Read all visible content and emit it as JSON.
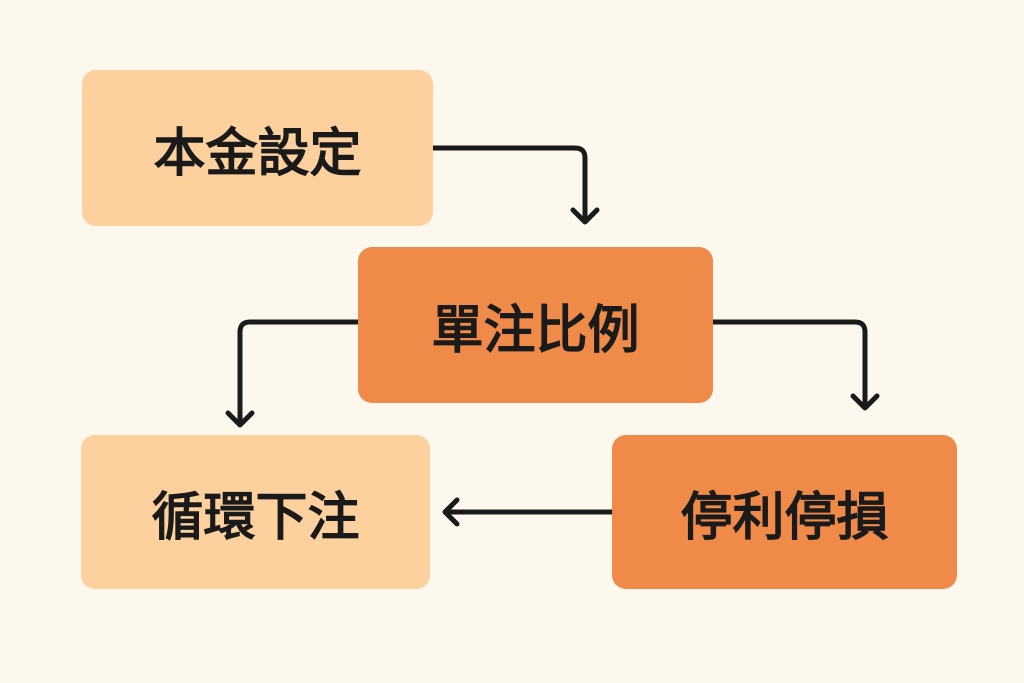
{
  "colors": {
    "light": "#fdd19e",
    "dark": "#ef8a48",
    "background": "#fdf8ee",
    "arrow": "#1a1a1a"
  },
  "nodes": {
    "capital": "本金設定",
    "ratio": "單注比例",
    "cycle": "循環下注",
    "stop": "停利停損"
  }
}
